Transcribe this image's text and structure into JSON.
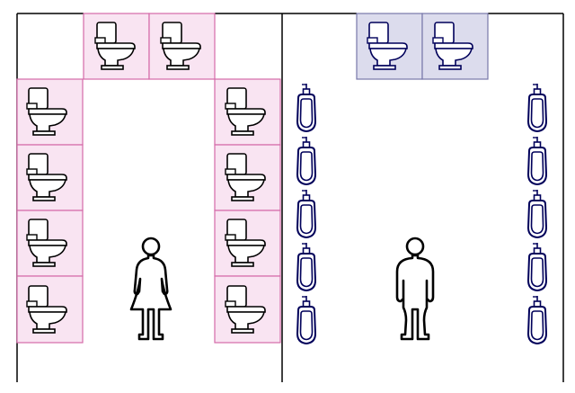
{
  "plan": {
    "womens_area": {
      "stall_fill": "#f9e4f2",
      "stall_stroke": "#d46aa8",
      "fixture_stroke": "#000000",
      "toilet_count": 10,
      "figure": "woman-figure-icon"
    },
    "mens_area": {
      "stall_fill": "#dcdced",
      "stall_stroke": "#7777aa",
      "fixture_stroke": "#00005a",
      "toilet_count": 2,
      "urinal_count": 10,
      "figure": "man-figure-icon"
    },
    "wall_color": "#000000"
  }
}
